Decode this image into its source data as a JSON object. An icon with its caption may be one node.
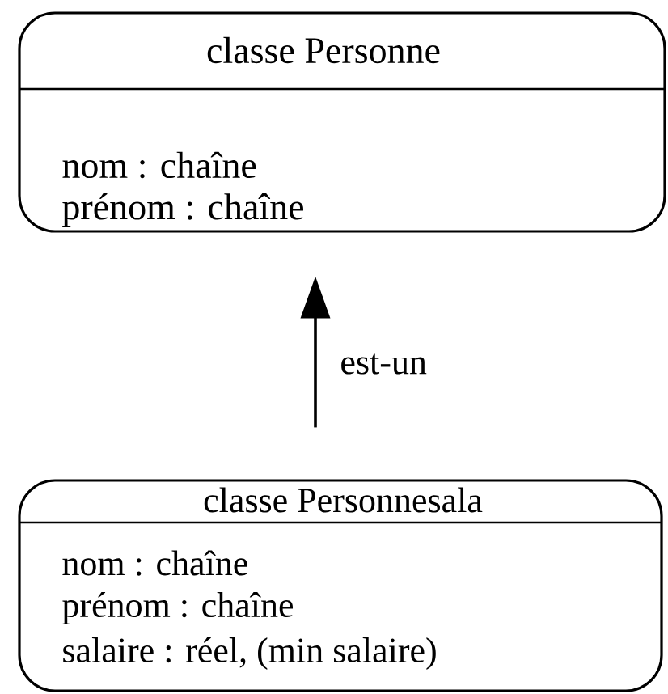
{
  "diagram": {
    "nodes": [
      {
        "text": [
          "classe Personne",
          "nom : chaîne",
          "prénom : chaîne"
        ]
      },
      {
        "text": [
          "classe Personnesala",
          "nom : chaîne",
          "prénom : chaîne",
          "salaire : réel, (min salaire)"
        ]
      }
    ],
    "edges": [
      {
        "from": 1,
        "to": 0,
        "arrow": "to",
        "label": "est-un"
      }
    ]
  }
}
